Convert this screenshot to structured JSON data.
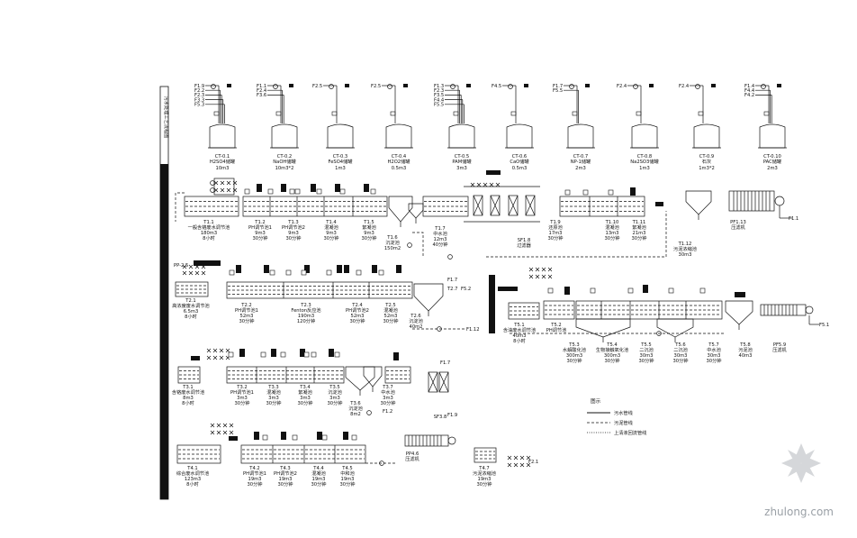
{
  "side_title": "污水处理工艺流程图",
  "chem_tanks": [
    {
      "code": "CT-0.1",
      "name": "H2SO4储罐",
      "vol": "10m3"
    },
    {
      "code": "CT-0.2",
      "name": "NaOH储罐",
      "vol": "10m3*2"
    },
    {
      "code": "CT-0.3",
      "name": "FeSO4储罐",
      "vol": "1m3"
    },
    {
      "code": "CT-0.4",
      "name": "H2O2储罐",
      "vol": "0.5m3"
    },
    {
      "code": "CT-0.5",
      "name": "PAM储罐",
      "vol": "3m3"
    },
    {
      "code": "CT-0.6",
      "name": "CaO储罐",
      "vol": "0.5m3"
    },
    {
      "code": "CT-0.7",
      "name": "NP-1储罐",
      "vol": "2m3"
    },
    {
      "code": "CT-0.8",
      "name": "Na2SO3储罐",
      "vol": "1m3"
    },
    {
      "code": "CT-0.9",
      "name": "石灰",
      "vol": "1m3*2"
    },
    {
      "code": "CT-0.10",
      "name": "PAC储罐",
      "vol": "2m3"
    }
  ],
  "tank_feed_tags": [
    [
      "F1.9",
      "F2.2",
      "F2.3",
      "F3.3",
      "F5.3"
    ],
    [
      "F1.1",
      "F2.4",
      "F3.6"
    ],
    [
      "F2.5"
    ],
    [
      "F2.5"
    ],
    [
      "F1.3",
      "F2.3",
      "F3.5",
      "F4.4",
      "F5.5"
    ],
    [
      "F4.5"
    ],
    [
      "F1.7",
      "F5.5"
    ],
    [
      "F2.4"
    ],
    [
      "F2.4"
    ],
    [
      "F1.4",
      "F4.4",
      "F4.2"
    ]
  ],
  "row1": [
    {
      "code": "T1.1",
      "name": "一般含铬废水调节池",
      "vol": "180m3",
      "time": "8小时"
    },
    {
      "code": "T1.2",
      "name": "PH调节池1",
      "vol": "9m3",
      "time": "30分钟"
    },
    {
      "code": "T1.3",
      "name": "PH调节池2",
      "vol": "9m3",
      "time": "30分钟"
    },
    {
      "code": "T1.4",
      "name": "混凝池",
      "vol": "9m3",
      "time": "30分钟"
    },
    {
      "code": "T1.5",
      "name": "絮凝池",
      "vol": "9m3",
      "time": "30分钟"
    },
    {
      "code": "T1.6",
      "name": "沉淀池",
      "vol": "150m2",
      "time": ""
    },
    {
      "code": "T1.7",
      "name": "中水池",
      "vol": "12m3",
      "time": "40分钟"
    },
    {
      "code": "SF1.8",
      "name": "过滤器",
      "vol": "",
      "time": ""
    },
    {
      "code": "T1.9",
      "name": "还原池",
      "vol": "17m3",
      "time": "30分钟"
    },
    {
      "code": "T1.10",
      "name": "混凝池",
      "vol": "13m3",
      "time": "30分钟"
    },
    {
      "code": "T1.11",
      "name": "絮凝池",
      "vol": "21m3",
      "time": "30分钟"
    },
    {
      "code": "T1.12",
      "name": "污泥浓缩池",
      "vol": "30m3",
      "time": ""
    },
    {
      "code": "PF1.13",
      "name": "压滤机",
      "vol": "",
      "time": ""
    }
  ],
  "row2": [
    {
      "code": "T2.1",
      "name": "高浓度废水调节池",
      "vol": "6.5m3",
      "time": "8小时"
    },
    {
      "code": "T2.2",
      "name": "PH调节池1",
      "vol": "52m3",
      "time": "30分钟"
    },
    {
      "code": "T2.3",
      "name": "Fenton反应池",
      "vol": "190m3",
      "time": "120分钟"
    },
    {
      "code": "T2.4",
      "name": "PH调节池2",
      "vol": "52m3",
      "time": "30分钟"
    },
    {
      "code": "T2.5",
      "name": "混凝池",
      "vol": "52m3",
      "time": "30分钟"
    },
    {
      "code": "T2.6",
      "name": "沉淀池",
      "vol": "40m2",
      "time": ""
    }
  ],
  "row2_labels": [
    "PP-2.5",
    "F1.7",
    "F5.2",
    "F1.12",
    "T2.7"
  ],
  "row3": [
    {
      "code": "T3.1",
      "name": "含铬废水调节池",
      "vol": "8m3",
      "time": "8小时"
    },
    {
      "code": "T3.2",
      "name": "PH调节池1",
      "vol": "3m3",
      "time": "30分钟"
    },
    {
      "code": "T3.3",
      "name": "混凝池",
      "vol": "3m3",
      "time": "30分钟"
    },
    {
      "code": "T3.4",
      "name": "絮凝池",
      "vol": "3m3",
      "time": "30分钟"
    },
    {
      "code": "T3.5",
      "name": "沉淀池",
      "vol": "3m3",
      "time": "30分钟"
    },
    {
      "code": "T3.6",
      "name": "沉淀池",
      "vol": "8m2",
      "time": ""
    },
    {
      "code": "T3.7",
      "name": "中水池",
      "vol": "3m3",
      "time": "30分钟"
    },
    {
      "code": "SF3.8",
      "name": "",
      "vol": "",
      "time": ""
    }
  ],
  "row3_labels": [
    "F1.7",
    "F1.2",
    "F1.9"
  ],
  "row4": [
    {
      "code": "T4.1",
      "name": "综合废水调节池",
      "vol": "123m3",
      "time": "8小时"
    },
    {
      "code": "T4.2",
      "name": "PH调节池1",
      "vol": "19m3",
      "time": "30分钟"
    },
    {
      "code": "T4.3",
      "name": "PH调节池2",
      "vol": "19m3",
      "time": "30分钟"
    },
    {
      "code": "T4.4",
      "name": "混凝池",
      "vol": "19m3",
      "time": "30分钟"
    },
    {
      "code": "T4.5",
      "name": "中和池",
      "vol": "19m3",
      "time": "30分钟"
    },
    {
      "code": "PP4.6",
      "name": "压滤机",
      "vol": "",
      "time": ""
    },
    {
      "code": "T4.7",
      "name": "污泥浓缩池",
      "vol": "19m3",
      "time": "30分钟"
    }
  ],
  "row4_labels": [
    "F2.1"
  ],
  "row5": [
    {
      "code": "T5.1",
      "name": "含油废水调节池",
      "vol": "40m3",
      "time": "8小时"
    },
    {
      "code": "T5.2",
      "name": "PH调节池",
      "vol": "",
      "time": ""
    },
    {
      "code": "T5.3",
      "name": "水解酸化池",
      "vol": "300m3",
      "time": "30分钟"
    },
    {
      "code": "T5.4",
      "name": "生物接触氧化池",
      "vol": "300m3",
      "time": "30分钟"
    },
    {
      "code": "T5.5",
      "name": "二沉池",
      "vol": "30m3",
      "time": "30分钟"
    },
    {
      "code": "T5.6",
      "name": "二沉池",
      "vol": "30m3",
      "time": "30分钟"
    },
    {
      "code": "T5.7",
      "name": "中水池",
      "vol": "30m3",
      "time": "30分钟"
    },
    {
      "code": "T5.8",
      "name": "污泥池",
      "vol": "40m3",
      "time": ""
    },
    {
      "code": "PF5.9",
      "name": "压滤机",
      "vol": "",
      "time": ""
    }
  ],
  "row5_labels": [
    "F5.1"
  ],
  "legend": {
    "title": "图示",
    "items": [
      "污水管线",
      "污泥管线",
      "上清液回流管线"
    ]
  },
  "outlets": [
    "F1.1",
    "F5.1",
    "F1.12"
  ],
  "watermark": "zhulong.com"
}
